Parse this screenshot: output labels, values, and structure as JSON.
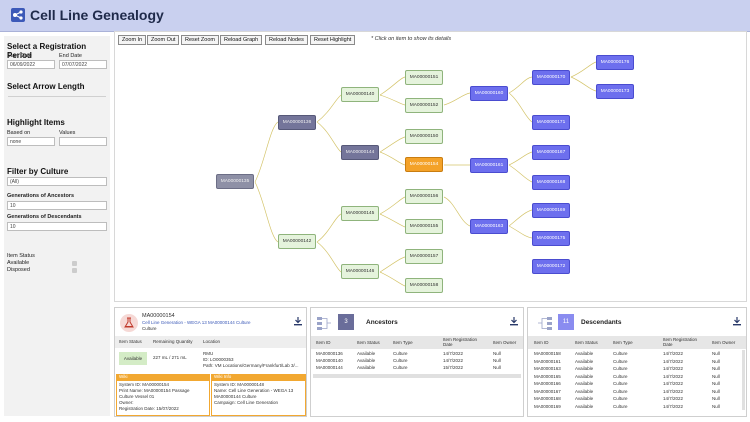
{
  "app": {
    "title": "Cell Line Genealogy"
  },
  "sidebar": {
    "registration_title": "Select a Registration Period",
    "start_label": "Start Date",
    "end_label": "End Date",
    "start_value": "06/09/2022",
    "end_value": "07/07/2022",
    "arrow_title": "Select Arrow Length",
    "highlight_title": "Highlight Items",
    "based_on_label": "Based on",
    "values_label": "Values",
    "based_on_value": "none",
    "culture_title": "Filter by Culture",
    "culture_value": "(All)",
    "gen_anc_label": "Generations of Ancestors",
    "gen_anc_value": "10",
    "gen_desc_label": "Generations of Descendants",
    "gen_desc_value": "10",
    "status_label": "Item Status",
    "status_available": "Available",
    "status_disposed": "Disposed"
  },
  "toolbar": {
    "zoom_in": "Zoom In",
    "zoom_out": "Zoom Out",
    "reset_zoom": "Reset Zoom",
    "reload_graph": "Reload Graph",
    "reload_nodes": "Reload Nodes",
    "reset_highlight": "Reset Highlight",
    "hint": "* Click on item to show its details"
  },
  "nodes": {
    "n1": "MA00000135",
    "n2": "MA00000136",
    "n3": "MA00000142",
    "n4": "MA00000140",
    "n5": "MA00000144",
    "n6": "MA00000145",
    "n7": "MA00000146",
    "n8": "MA00000151",
    "n9": "MA00000152",
    "n10": "MA00000150",
    "n11": "MA00000154",
    "n12": "MA00000156",
    "n13": "MA00000155",
    "n14": "MA00000157",
    "n15": "MA00000158",
    "n16": "MA00000160",
    "n17": "MA00000161",
    "n18": "MA00000163",
    "n19": "MA00000170",
    "n20": "MA00000171",
    "n21": "MA00000167",
    "n22": "MA00000168",
    "n23": "MA00000169",
    "n24": "MA00000175",
    "n25": "MA00000176",
    "n26": "MA00000173",
    "n27": "MA00000172"
  },
  "detail": {
    "id": "MA00000154",
    "link": "Cell Line Generation - WEGA 13 MA00000144 Culture",
    "type": "Culture",
    "h_status": "Item Status",
    "h_qty": "Remaining Quantity",
    "h_loc": "Location",
    "status": "Available",
    "qty": "227 mL / 271 mL",
    "loc1": "RMU",
    "loc2": "ID: LO0000353",
    "loc3": "Path: VM Locations/Germany/Frankfurt/Lab 3/...",
    "tab_left": "Wiki",
    "tab_right": "Wiki Info",
    "l1": "System ID: MA00000154",
    "l2": "Print Name: MA00000154 Passage",
    "l3": "Culture Vessel 01",
    "l4": "Owner:",
    "l5": "Registration Date: 15/07/2022",
    "r1": "System ID: MA00000148",
    "r2": "Name: Cell Line Generation - WEGA 13",
    "r3": "MA00000144 Culture",
    "r4": "Campaign: Cell Line Generation"
  },
  "ancestors": {
    "count": "3",
    "title": "Ancestors",
    "headers": [
      "Item ID",
      "Item Status",
      "Item Type",
      "Item Registration Date",
      "Item Owner"
    ],
    "rows": [
      [
        "MA00000136",
        "Available",
        "Culture",
        "14/7/2022",
        "Null"
      ],
      [
        "MA00000140",
        "Available",
        "Culture",
        "14/7/2022",
        "Null"
      ],
      [
        "MA00000144",
        "Available",
        "Culture",
        "15/7/2022",
        "Null"
      ]
    ]
  },
  "descendants": {
    "count": "11",
    "title": "Descendants",
    "headers": [
      "Item ID",
      "Item Status",
      "Item Type",
      "Item Registration Date",
      "Item Owner"
    ],
    "rows": [
      [
        "MA00000158",
        "Available",
        "Culture",
        "14/7/2022",
        "Null"
      ],
      [
        "MA00000161",
        "Available",
        "Culture",
        "14/7/2022",
        "Null"
      ],
      [
        "MA00000163",
        "Available",
        "Culture",
        "14/7/2022",
        "Null"
      ],
      [
        "MA00000165",
        "Available",
        "Culture",
        "14/7/2022",
        "Null"
      ],
      [
        "MA00000166",
        "Available",
        "Culture",
        "14/7/2022",
        "Null"
      ],
      [
        "MA00000167",
        "Available",
        "Culture",
        "14/7/2022",
        "Null"
      ],
      [
        "MA00000168",
        "Available",
        "Culture",
        "14/7/2022",
        "Null"
      ],
      [
        "MA00000169",
        "Available",
        "Culture",
        "14/7/2022",
        "Null"
      ]
    ]
  },
  "colors": {
    "title_bar": "#c9d0ef",
    "root": "#8e90a6",
    "ancestor": "#74759a",
    "sibling": "#e5f3dc",
    "selected": "#f4a228",
    "descendant": "#6d6fee"
  }
}
